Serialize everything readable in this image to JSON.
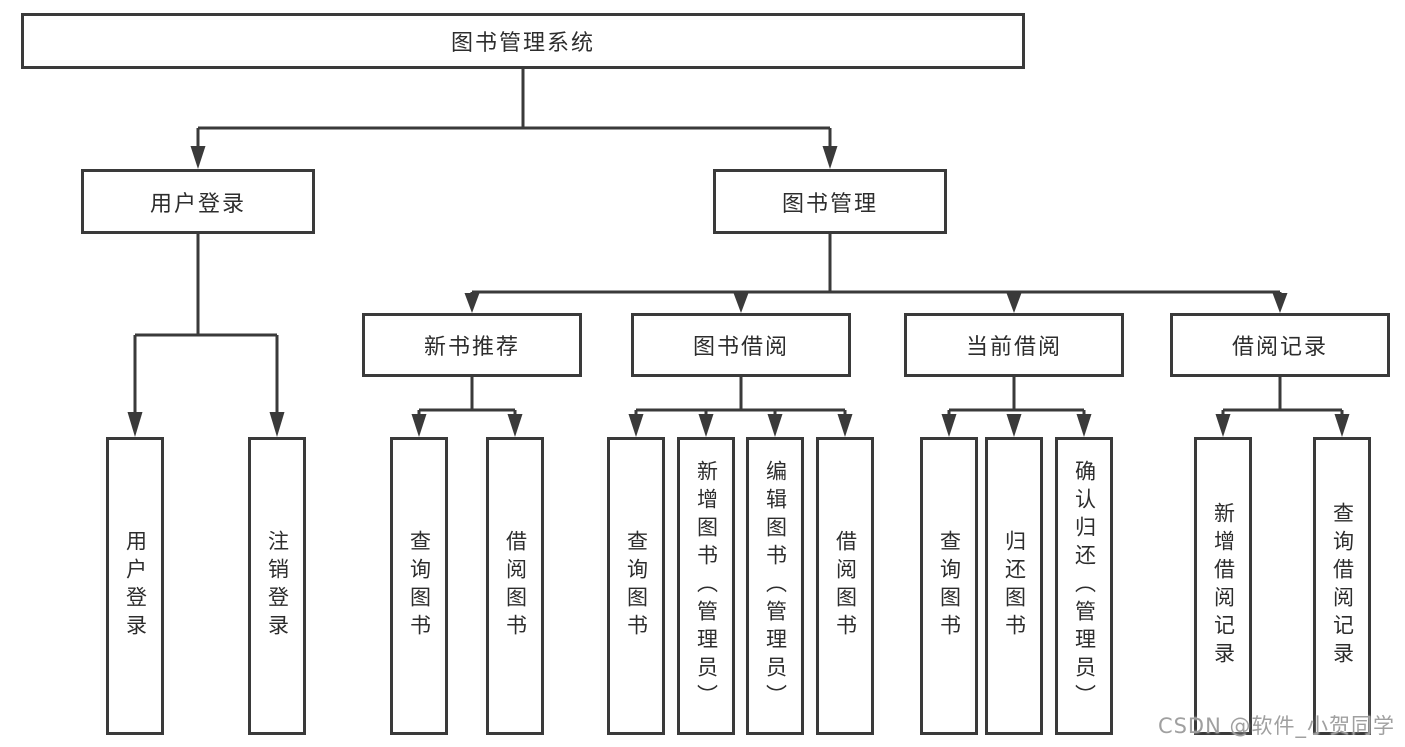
{
  "diagram_title": "图书管理系统",
  "nodes": {
    "root": "图书管理系统",
    "l2": [
      "用户登录",
      "图书管理"
    ],
    "l3": [
      "新书推荐",
      "图书借阅",
      "当前借阅",
      "借阅记录"
    ],
    "leaves_user": [
      "用户登录",
      "注销登录"
    ],
    "leaves_newbook": [
      "查询图书",
      "借阅图书"
    ],
    "leaves_borrow": [
      "查询图书",
      "新增图书（管理员）",
      "编辑图书（管理员）",
      "借阅图书"
    ],
    "leaves_current": [
      "查询图书",
      "归还图书",
      "确认归还（管理员）"
    ],
    "leaves_record": [
      "新增借阅记录",
      "查询借阅记录"
    ]
  },
  "watermark": "CSDN @软件_小贺同学",
  "colors": {
    "line": "#3a3a3a",
    "text": "#2d2d2d",
    "watermark": "#a0a0a0",
    "background": "#ffffff"
  }
}
